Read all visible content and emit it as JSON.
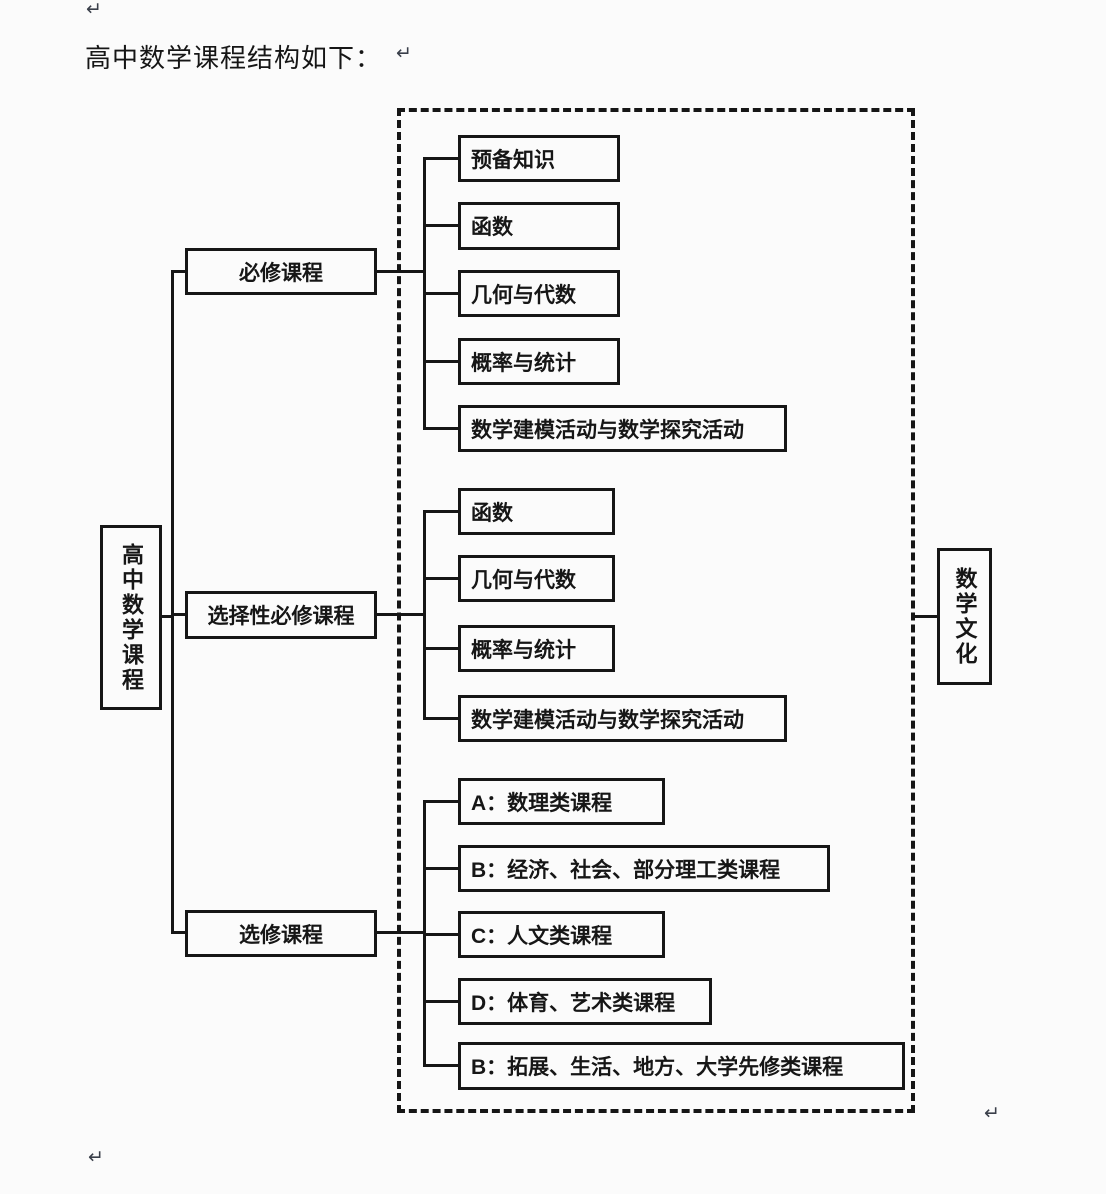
{
  "title": "高中数学课程结构如下：",
  "marks": {
    "return": "↵"
  },
  "root": {
    "label": "高中数学课程"
  },
  "culture": {
    "label": "数学文化"
  },
  "branches": [
    {
      "label": "必修课程",
      "items": [
        "预备知识",
        "函数",
        "几何与代数",
        "概率与统计",
        "数学建模活动与数学探究活动"
      ]
    },
    {
      "label": "选择性必修课程",
      "items": [
        "函数",
        "几何与代数",
        "概率与统计",
        "数学建模活动与数学探究活动"
      ]
    },
    {
      "label": "选修课程",
      "items": [
        "A：数理类课程",
        "B：经济、社会、部分理工类课程",
        "C：人文类课程",
        "D：体育、艺术类课程",
        "B：拓展、生活、地方、大学先修类课程"
      ]
    }
  ],
  "colors": {
    "background": "#fbfbfb",
    "line": "#161616",
    "text": "#161616"
  }
}
